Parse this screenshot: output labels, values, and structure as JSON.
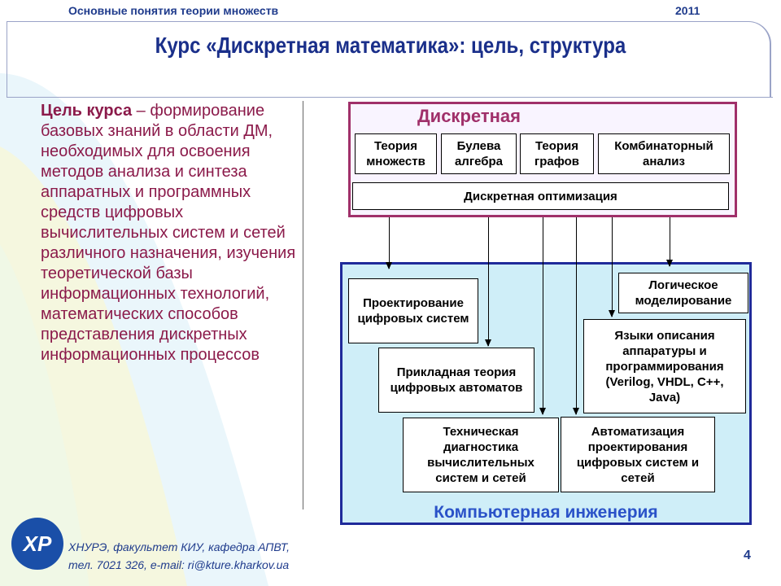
{
  "header": {
    "topic": "Основные понятия теории множеств",
    "year": "2011"
  },
  "title": "Курс «Дискретная математика»: цель, структура",
  "goal": {
    "lead": "Цель курса",
    "dash": " –",
    "text": "формирование базовых знаний в области ДМ, необходимых для освоения методов анализа и синтеза аппаратных и программных средств цифровых вычислительных систем и сетей различного назначения, изучения теоретической базы информационных технологий, математических способов представления дискретных информационных процессов"
  },
  "dm_block": {
    "title": "Дискретная",
    "set_theory": "Теория множеств",
    "boolean": "Булева алгебра",
    "graphs": "Теория графов",
    "combinatorics": "Комбинаторный анализ",
    "optimization": "Дискретная оптимизация",
    "border_color": "#a0306a"
  },
  "ce_block": {
    "title": "Компьютерная инженерия",
    "design": "Проектирование цифровых систем",
    "automata": "Прикладная теория цифровых автоматов",
    "diagnostics": "Техническая диагностика вычислительных систем и сетей",
    "automation": "Автоматизация проектирования цифровых систем и сетей",
    "logic_modeling": "Логическое моделирование",
    "hdl": "Языки описания аппаратуры и программирования (Verilog, VHDL, C++, Java)",
    "border_color": "#1f2a9a",
    "fill": "#cfeef8"
  },
  "footer": {
    "org": "ХНУРЭ, факультет КИУ, кафедра АПВТ,",
    "contacts": "тел. 7021 326, e-mail: ri@kture.kharkov.ua",
    "page": "4",
    "logo_text": "ХР"
  }
}
